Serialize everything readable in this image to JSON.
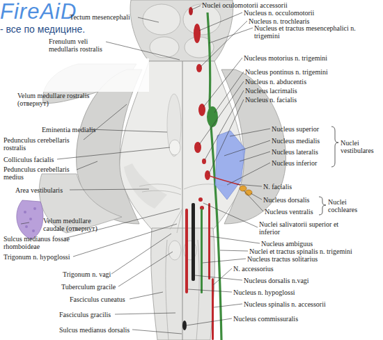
{
  "diagram": {
    "labels": [
      "Tectum mesencephali",
      "Frenulum veli medullaris rostralis",
      "FireAiD",
      "- все по медицине.",
      "Velum medullare rostralis (отвернут)",
      "Eminentia medialis",
      "Pedunculus cerebellaris rostralis",
      "Colliculus facialis",
      "Pedunculus cerebellaris medius",
      "Area vestibularis",
      "Velum medullare caudale (отвернут)",
      "Sulcus medianus fossae rhomboideae",
      "Trigonum n. hypoglossi",
      "Trigonum n. vagi",
      "Tuberculum gracile",
      "Fasciculus cuneatus",
      "Fasciculus gracilis",
      "Sulcus medianus dorsalis",
      "Nuclei oculomotorii accessorii",
      "Nucleus n. occulomotorii",
      "Nucleus n. trochlearis",
      "Nucleus et tractus mesencephalici n. trigemini",
      "Nucleus motorius n. trigemini",
      "Nucleus pontinus n. trigemini",
      "Nucleus n. abducentis",
      "Nucleus lacrimalis",
      "Nucleus n. facialis",
      "Nucleus superior",
      "Nucleus medialis",
      "Nucleus lateralis",
      "Nucleus inferior",
      "Nuclei vestibulares",
      "N. facialis",
      "Nucleus dorsalis",
      "Nucleus ventralis",
      "Nuclei cochleares",
      "Nuclei salivatorii superior et inferior",
      "Nucleus ambiguus",
      "Nuclei et tractus spinalis n. trigemini",
      "Nucleus tractus solitarius",
      "N. accessorius",
      "Nucleus dorsalis n.vagi",
      "Nucleus n. hypoglossi",
      "Nucleus spinalis n. accessorii",
      "Nucleus commissuralis"
    ]
  }
}
